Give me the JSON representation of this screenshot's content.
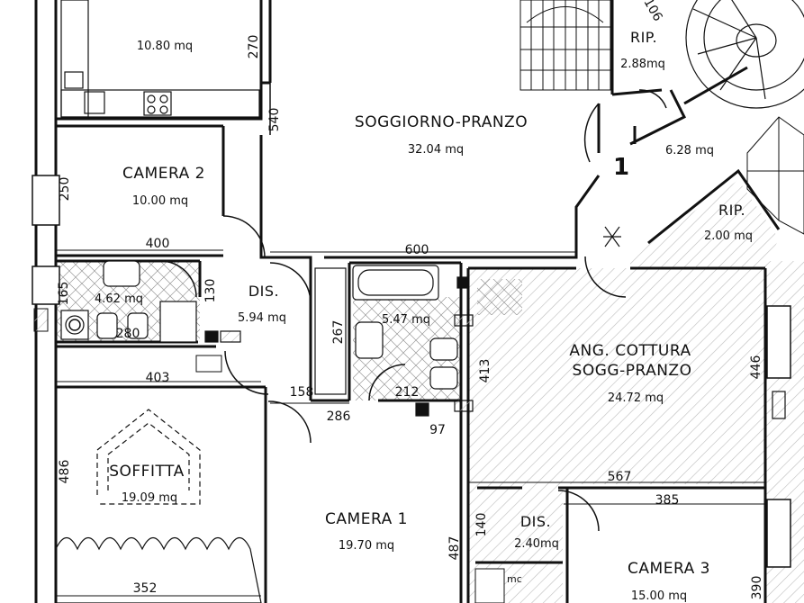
{
  "rooms": {
    "top_left_room": {
      "area": "10.80 mq"
    },
    "soggiorno": {
      "name": "SOGGIORNO-PRANZO",
      "area": "32.04 mq"
    },
    "rip_top": {
      "name": "RIP.",
      "area": "2.88mq"
    },
    "stair_landing": {
      "area": "6.28 mq",
      "number": "1"
    },
    "camera2": {
      "name": "CAMERA 2",
      "area": "10.00 mq"
    },
    "rip_right": {
      "name": "RIP.",
      "area": "2.00 mq"
    },
    "bath_left": {
      "area": "4.62 mq"
    },
    "dis_left": {
      "name": "DIS.",
      "area": "5.94 mq"
    },
    "bath_center": {
      "area": "5.47 mq"
    },
    "ang_cottura": {
      "name_line1": "ANG. COTTURA",
      "name_line2": "SOGG-PRANZO",
      "area": "24.72 mq"
    },
    "soffitta": {
      "name": "SOFFITTA",
      "area": "19.09 mq"
    },
    "camera1": {
      "name": "CAMERA 1",
      "area": "19.70 mq"
    },
    "dis_bottom": {
      "name": "DIS.",
      "area": "2.40mq"
    },
    "camera3": {
      "name": "CAMERA 3",
      "area": "15.00 mq"
    }
  },
  "dimensions": {
    "d270": "270",
    "d540": "540",
    "d106": "106",
    "d250": "250",
    "d400": "400",
    "d600": "600",
    "d165": "165",
    "d130": "130",
    "d280": "280",
    "d267": "267",
    "d413": "413",
    "d446": "446",
    "d403": "403",
    "d158": "158",
    "d212": "212",
    "d286": "286",
    "d97": "97",
    "d567": "567",
    "d385": "385",
    "d486": "486",
    "d487": "487",
    "d140": "140",
    "d352": "352",
    "d390": "390"
  },
  "fixtures": {
    "wc_label": "mc"
  }
}
